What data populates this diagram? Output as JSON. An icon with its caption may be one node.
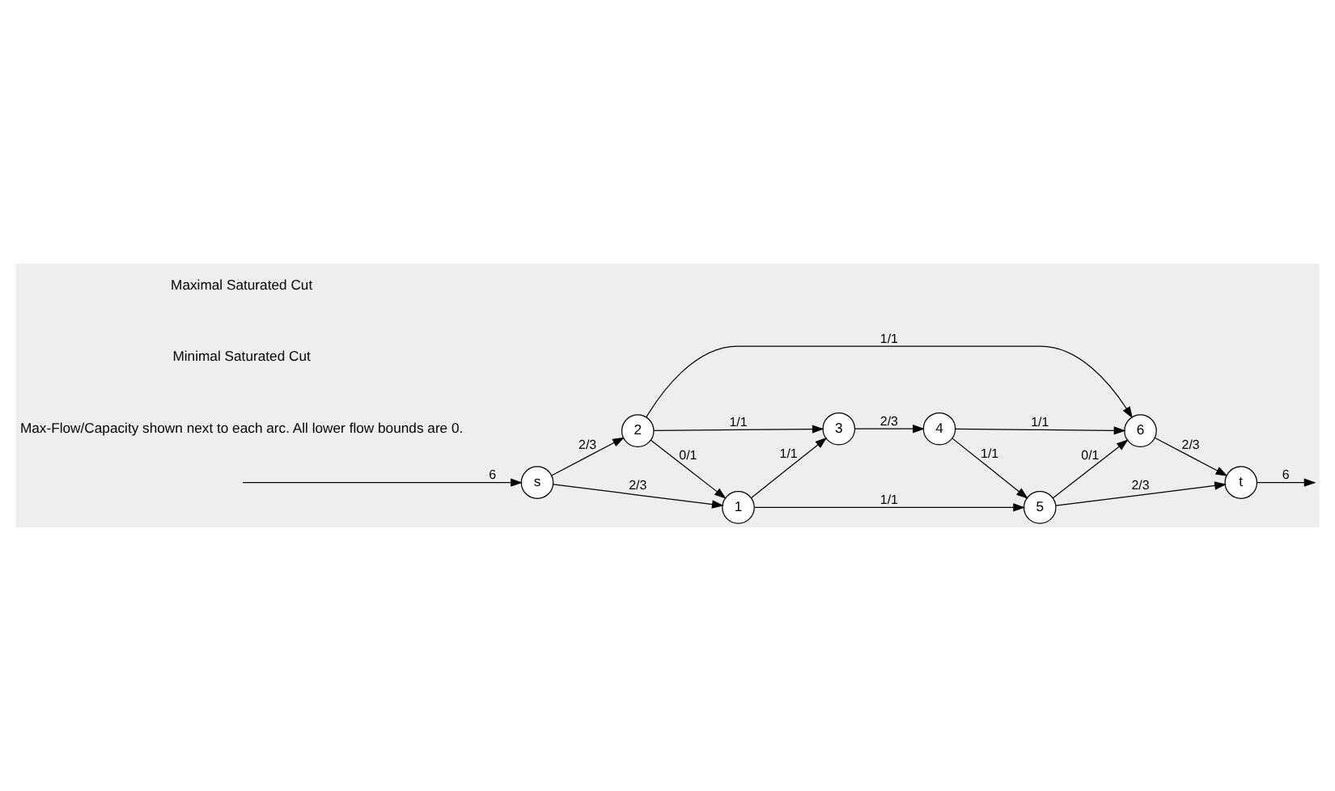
{
  "diagram": {
    "nodes": [
      {
        "text": [
          "s"
        ]
      },
      {
        "text": [
          "1"
        ]
      },
      {
        "text": [
          "2"
        ]
      },
      {
        "text": [
          "3"
        ]
      },
      {
        "text": [
          "4"
        ]
      },
      {
        "text": [
          "5"
        ]
      },
      {
        "text": [
          "6"
        ]
      },
      {
        "text": [
          "t"
        ]
      }
    ],
    "edges": [
      {
        "from": null,
        "to": 0,
        "arrow": "to",
        "label": "6"
      },
      {
        "from": 0,
        "to": 1,
        "arrow": "to",
        "label": "2/3"
      },
      {
        "from": 0,
        "to": 2,
        "arrow": "to",
        "label": "2/3"
      },
      {
        "from": 2,
        "to": 1,
        "arrow": "to",
        "label": "0/1"
      },
      {
        "from": 1,
        "to": 3,
        "arrow": "to",
        "label": "1/1"
      },
      {
        "from": 2,
        "to": 3,
        "arrow": "to",
        "label": "1/1"
      },
      {
        "from": 1,
        "to": 5,
        "arrow": "to",
        "label": "1/1"
      },
      {
        "from": 2,
        "to": 6,
        "arrow": "to",
        "label": "1/1"
      },
      {
        "from": 3,
        "to": 4,
        "arrow": "to",
        "label": "2/3"
      },
      {
        "from": 4,
        "to": 5,
        "arrow": "to",
        "label": "1/1"
      },
      {
        "from": 4,
        "to": 6,
        "arrow": "to",
        "label": "1/1"
      },
      {
        "from": 5,
        "to": 6,
        "arrow": "to",
        "label": "0/1"
      },
      {
        "from": 5,
        "to": 7,
        "arrow": "to",
        "label": "2/3"
      },
      {
        "from": 6,
        "to": 7,
        "arrow": "to",
        "label": "2/3"
      },
      {
        "from": 7,
        "to": null,
        "arrow": "to",
        "label": "6"
      }
    ],
    "labels": [
      "Max-Flow/Capacity shown next to each arc. All lower flow bounds are 0.",
      "Minimal Saturated Cut",
      "Maximal Saturated Cut"
    ]
  }
}
